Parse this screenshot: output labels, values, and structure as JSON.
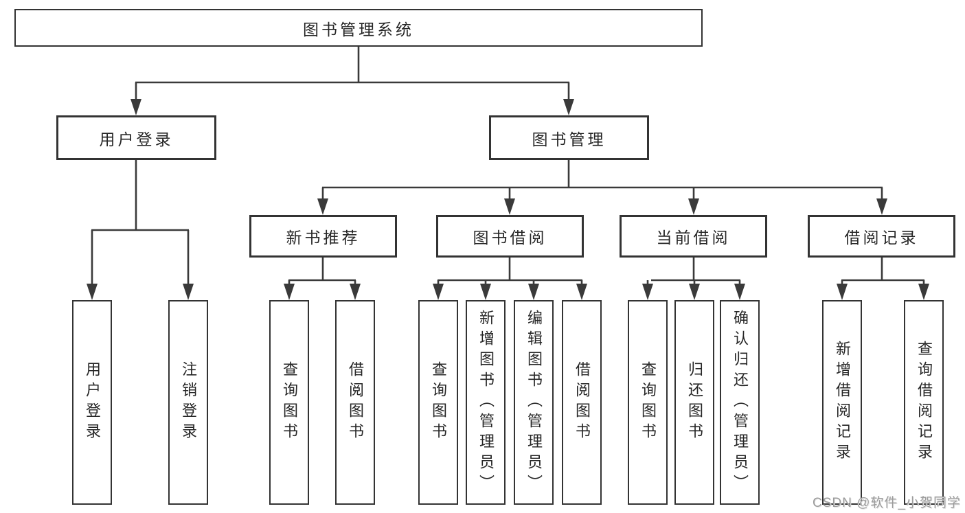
{
  "nodes": {
    "root": "图书管理系统",
    "user_login": "用户登录",
    "book_management": "图书管理",
    "new_book_recommend": "新书推荐",
    "book_borrow": "图书借阅",
    "current_borrow": "当前借阅",
    "borrow_records": "借阅记录",
    "ul_user_login": "用户登录",
    "ul_logout": "注销登录",
    "nb_query_books": "查询图书",
    "nb_borrow_books": "借阅图书",
    "bb_query_books": "查询图书",
    "bb_add_books": "新增图书（管理员）",
    "bb_edit_books": "编辑图书（管理员）",
    "bb_borrow_books": "借阅图书",
    "cb_query_books": "查询图书",
    "cb_return_books": "归还图书",
    "cb_confirm_return": "确认归还（管理员）",
    "br_add_record": "新增借阅记录",
    "br_query_record": "查询借阅记录"
  },
  "watermark": "CSDN @软件_小贺同学",
  "colors": {
    "line": "#3a3a3a",
    "box_border": "#333333",
    "text": "#262626",
    "background": "#ffffff",
    "watermark": "#9c9c9c"
  }
}
